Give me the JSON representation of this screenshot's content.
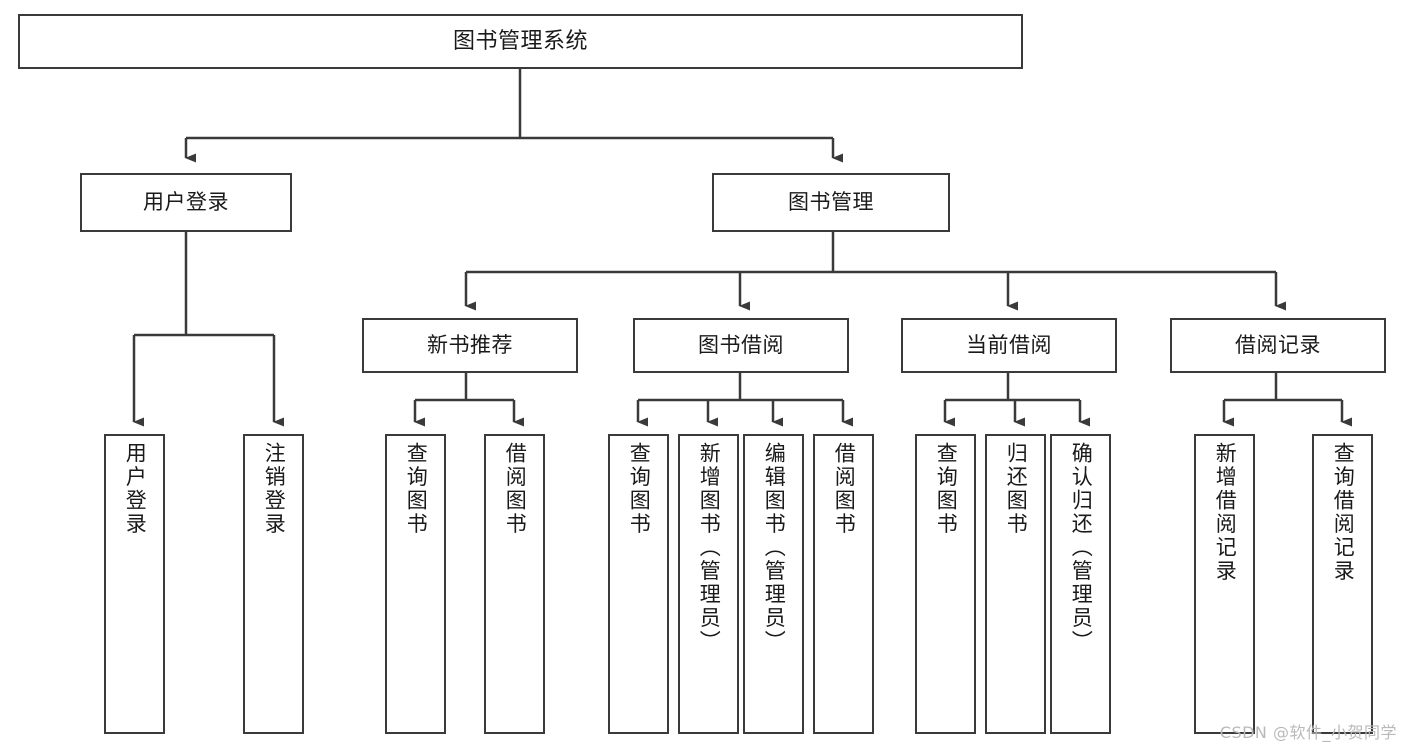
{
  "diagram": {
    "title": "图书管理系统",
    "type": "tree-hierarchy-diagram",
    "colors": {
      "box_border": "#3a3a3a",
      "box_fill": "#ffffff",
      "connector": "#3a3a3a",
      "text": "#1a1a1a",
      "watermark": "#b9b9b9",
      "background": "#ffffff"
    },
    "root": {
      "label": "图书管理系统"
    },
    "level2": [
      {
        "label": "用户登录"
      },
      {
        "label": "图书管理"
      }
    ],
    "level3": [
      {
        "label": "新书推荐"
      },
      {
        "label": "图书借阅"
      },
      {
        "label": "当前借阅"
      },
      {
        "label": "借阅记录"
      }
    ],
    "leaves": {
      "user_login": [
        {
          "label": "用户登录"
        },
        {
          "label": "注销登录"
        }
      ],
      "new_book_recommend": [
        {
          "label": "查询图书"
        },
        {
          "label": "借阅图书"
        }
      ],
      "book_borrow": [
        {
          "label": "查询图书"
        },
        {
          "label": "新增图书（管理员）"
        },
        {
          "label": "编辑图书（管理员）"
        },
        {
          "label": "借阅图书"
        }
      ],
      "current_borrow": [
        {
          "label": "查询图书"
        },
        {
          "label": "归还图书"
        },
        {
          "label": "确认归还（管理员）"
        }
      ],
      "borrow_records": [
        {
          "label": "新增借阅记录"
        },
        {
          "label": "查询借阅记录"
        }
      ]
    },
    "watermark": "CSDN @软件_小贺同学"
  }
}
